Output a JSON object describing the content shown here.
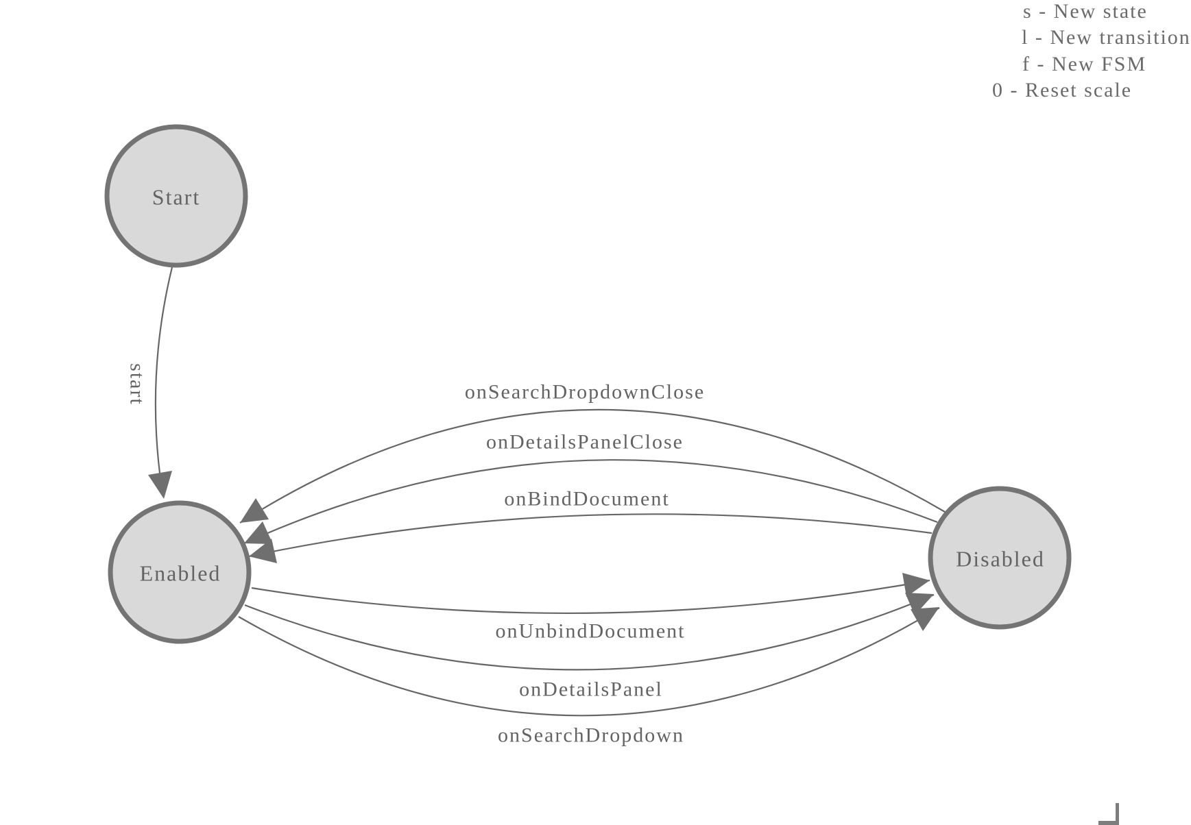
{
  "app": {
    "shortcut_hints": [
      {
        "text": "s - New state"
      },
      {
        "text": "l - New transition"
      },
      {
        "text": "f - New FSM"
      },
      {
        "text": "0 - Reset scale"
      }
    ]
  },
  "diagram": {
    "type": "finite-state-machine",
    "states": [
      {
        "label": "Start"
      },
      {
        "label": "Enabled"
      },
      {
        "label": "Disabled"
      }
    ],
    "transitions": [
      {
        "label": "start",
        "from": "Start",
        "to": "Enabled"
      },
      {
        "label": "onSearchDropdownClose",
        "from": "Disabled",
        "to": "Enabled"
      },
      {
        "label": "onDetailsPanelClose",
        "from": "Disabled",
        "to": "Enabled"
      },
      {
        "label": "onBindDocument",
        "from": "Disabled",
        "to": "Enabled"
      },
      {
        "label": "onUnbindDocument",
        "from": "Enabled",
        "to": "Disabled"
      },
      {
        "label": "onDetailsPanel",
        "from": "Enabled",
        "to": "Disabled"
      },
      {
        "label": "onSearchDropdown",
        "from": "Enabled",
        "to": "Disabled"
      }
    ],
    "colors": {
      "state_fill": "#d9d9d9",
      "state_stroke": "#747474",
      "edge_stroke": "#666666",
      "arrow_fill": "#6f6f6f",
      "label_text": "#636363"
    }
  }
}
